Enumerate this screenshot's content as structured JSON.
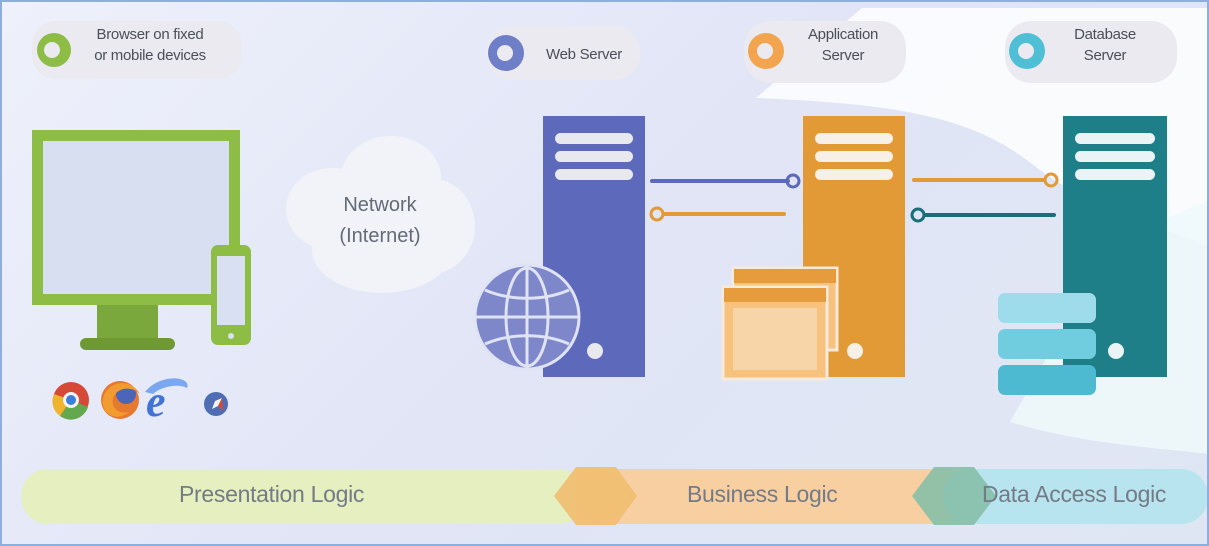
{
  "nodes": [
    {
      "id": "browser",
      "label": "Browser on fixed\nor mobile devices",
      "color": "#8dbd45"
    },
    {
      "id": "web-server",
      "label": "Web Server",
      "color": "#6f7fc7"
    },
    {
      "id": "application-server",
      "label": "Application\nServer",
      "color": "#f2a44e"
    },
    {
      "id": "database-server",
      "label": "Database\nServer",
      "color": "#4fbfd5"
    }
  ],
  "network": {
    "label": "Network\n(Internet)"
  },
  "logic_layers": [
    {
      "id": "presentation",
      "label": "Presentation Logic",
      "color": "#e5efbf"
    },
    {
      "id": "business",
      "label": "Business Logic",
      "color": "#f7cfa1"
    },
    {
      "id": "data-access",
      "label": "Data Access Logic",
      "color": "#b7e4ee"
    }
  ],
  "browser_icons": [
    "chrome-icon",
    "firefox-icon",
    "internet-explorer-icon",
    "safari-icon"
  ],
  "colors": {
    "green": "#8dbd45",
    "blue": "#5d69bb",
    "orange": "#e19a35",
    "teal": "#1f7f89",
    "light_teal": "#70cde0",
    "background": "#e5e9f8"
  }
}
